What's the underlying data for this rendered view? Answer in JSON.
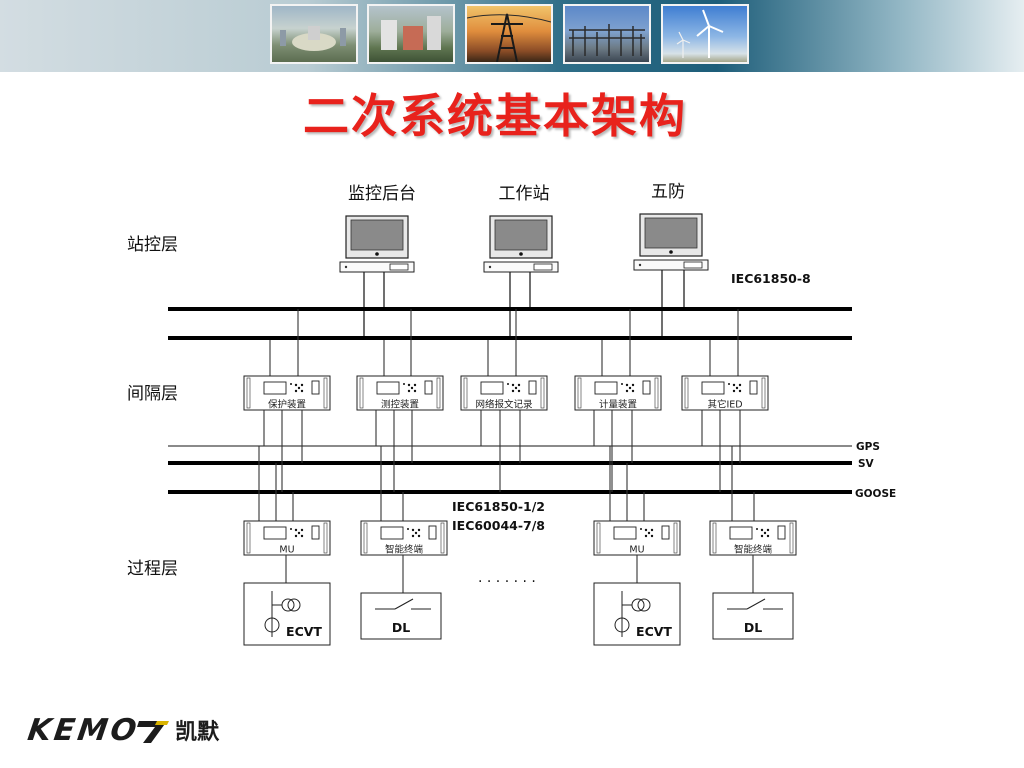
{
  "title": "二次系统基本架构",
  "colors": {
    "title": "#e8221c",
    "bus": "#000000",
    "line": "#333333",
    "banner": "#1d5d79"
  },
  "banner": {
    "photos": [
      "city-aerial-photo",
      "building-photo",
      "power-tower-sunset-photo",
      "substation-photo",
      "wind-turbine-photo"
    ]
  },
  "layers": {
    "station": "站控层",
    "bay": "间隔层",
    "process": "过程层"
  },
  "workstations": [
    "监控后台",
    "工作站",
    "五防"
  ],
  "buses": {
    "station_protocol": "IEC61850-8",
    "gps": "GPS",
    "sv": "SV",
    "goose": "GOOSE",
    "process_protocol_1": "IEC61850-1/2",
    "process_protocol_2": "IEC60044-7/8"
  },
  "bay_devices": [
    "保护装置",
    "测控装置",
    "网络报文记录",
    "计量装置",
    "其它IED"
  ],
  "process_devices": [
    "MU",
    "智能终端",
    "MU",
    "智能终端"
  ],
  "primary_devices": [
    "ECVT",
    "DL",
    "ECVT",
    "DL"
  ],
  "ellipsis": ". . . . . . .",
  "logo": {
    "word": "KEMO",
    "cn": "凯默"
  }
}
